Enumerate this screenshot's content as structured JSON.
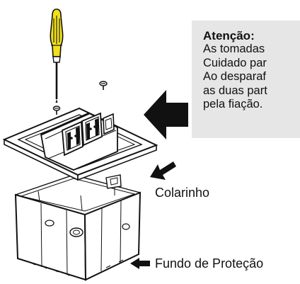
{
  "note": {
    "title": "Atenção:",
    "lines": [
      "As tomadas",
      "Cuidado par",
      "Ao desparaf",
      "as duas part",
      "pela fiação."
    ]
  },
  "labels": {
    "collar": "Colarinho",
    "bottom": "Fundo de Proteção"
  },
  "colors": {
    "screwdriver_handle": "#f2e01c",
    "note_background": "#e6e6e6",
    "line_art": "#111111"
  }
}
